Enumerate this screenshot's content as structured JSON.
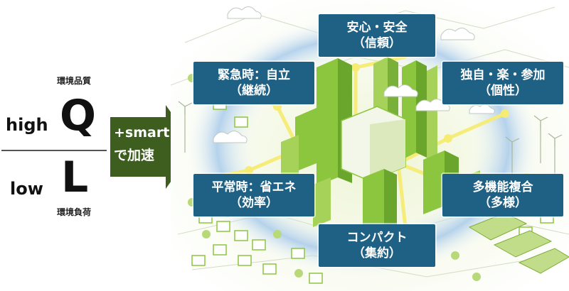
{
  "left": {
    "quality_label": "環境品質",
    "high": "high",
    "q": "Q",
    "low": "low",
    "l": "L",
    "load_label": "環境負荷"
  },
  "arrow": {
    "line1": "+smart",
    "line2": "で加速"
  },
  "boxes": {
    "top": {
      "line1": "安心・安全",
      "line2": "（信頼）"
    },
    "upper_left": {
      "line1": "緊急時：自立",
      "line2": "（継続）"
    },
    "upper_right": {
      "line1": "独自・楽・参加",
      "line2": "（個性）"
    },
    "lower_left": {
      "line1": "平常時：省エネ",
      "line2": "（効率）"
    },
    "lower_right": {
      "line1": "多機能複合",
      "line2": "（多様）"
    },
    "bottom": {
      "line1": "コンパクト",
      "line2": "（集約）"
    }
  },
  "colors": {
    "box_bg": "#1f6185",
    "arrow_bg": "#3d5e1f",
    "building_green": "#8cc63f",
    "ring_blue": "#9ec4ea"
  }
}
